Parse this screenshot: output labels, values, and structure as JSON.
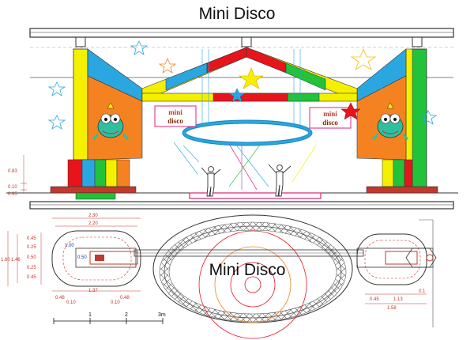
{
  "titles": {
    "elevation": "Mini Disco",
    "plan": "Mini Disco"
  },
  "signs": {
    "left_line1": "mini",
    "left_line2": "disco",
    "right_line1": "mini",
    "right_line2": "disco"
  },
  "elevation_dims": {
    "d1": "0.83",
    "d2": "0.10",
    "d3": "0.35"
  },
  "plan_dims": {
    "top_outer": "2.30",
    "top_inner": "2.20",
    "side_total": "1.60",
    "side_inner": "1.46",
    "r1": "0.45",
    "r2": "0.25",
    "r3": "0.50",
    "r4": "0.25",
    "r5": "0.45",
    "inner_a": "1.00",
    "inner_b": "0.50",
    "bottom_a": "0.48",
    "bottom_b": "1.37",
    "bottom_c": "0.48",
    "bottom_d": "0.10",
    "bottom_e": "0.10",
    "right_a": "0.45",
    "right_b": "1.13",
    "right_c": "1.58",
    "right_d": "0.1"
  },
  "scale": {
    "t1": "1",
    "t2": "2",
    "t3": "3m"
  },
  "colors": {
    "yellow": "#f5f000",
    "green": "#22c23a",
    "red": "#e8141c",
    "blue": "#2aa7e0",
    "orange": "#f58220",
    "magenta": "#e0207a",
    "dim_red": "#c0392b",
    "dim_blue": "#1f3d99"
  },
  "icons": {
    "mascot": "frog-mascot-icon",
    "star": "star-icon"
  }
}
